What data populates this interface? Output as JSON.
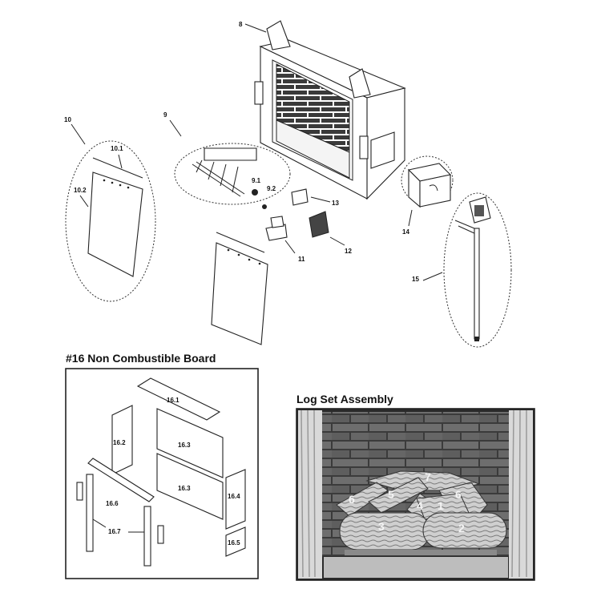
{
  "callouts": {
    "c8": "8",
    "c9": "9",
    "c9_1": "9.1",
    "c9_2": "9.2",
    "c10": "10",
    "c10_1": "10.1",
    "c10_2": "10.2",
    "c11": "11",
    "c12": "12",
    "c13": "13",
    "c14": "14",
    "c15": "15"
  },
  "board": {
    "title": "#16 Non Combustible Board",
    "parts": [
      "16.1",
      "16.2",
      "16.3",
      "16.3",
      "16.4",
      "16.5",
      "16.6",
      "16.7"
    ]
  },
  "logset": {
    "title": "Log Set Assembly",
    "numbers": [
      "7",
      "6",
      "5",
      "4",
      "1",
      "6",
      "3",
      "2"
    ]
  }
}
